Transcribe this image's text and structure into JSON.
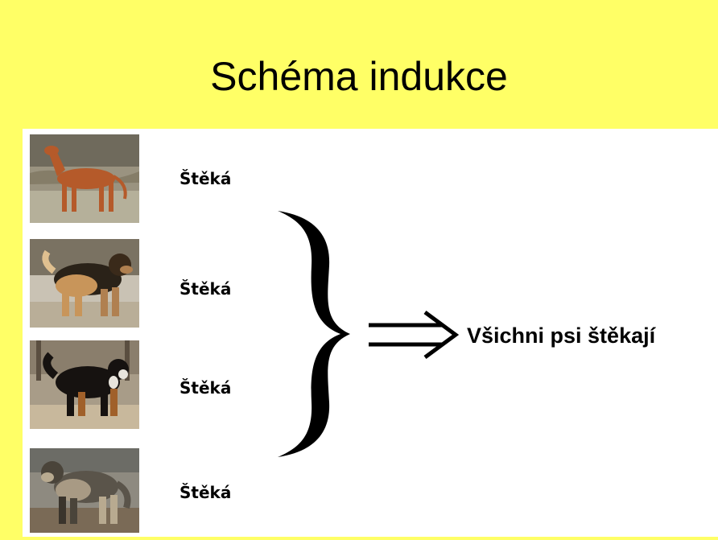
{
  "slide": {
    "title": "Schéma indukce",
    "items": [
      {
        "label": "Štěká",
        "photo": "dog-photo-vizsla"
      },
      {
        "label": "Štěká",
        "photo": "dog-photo-leonberger"
      },
      {
        "label": "Štěká",
        "photo": "dog-photo-bernese"
      },
      {
        "label": "Štěká",
        "photo": "dog-photo-shepherd"
      }
    ],
    "brace_icon": "right-curly-brace",
    "arrow_icon": "double-arrow-right",
    "conclusion": "Všichni psi štěkají"
  },
  "colors": {
    "slide_background": "#ffff66",
    "content_background": "#ffffff",
    "text": "#000000"
  }
}
